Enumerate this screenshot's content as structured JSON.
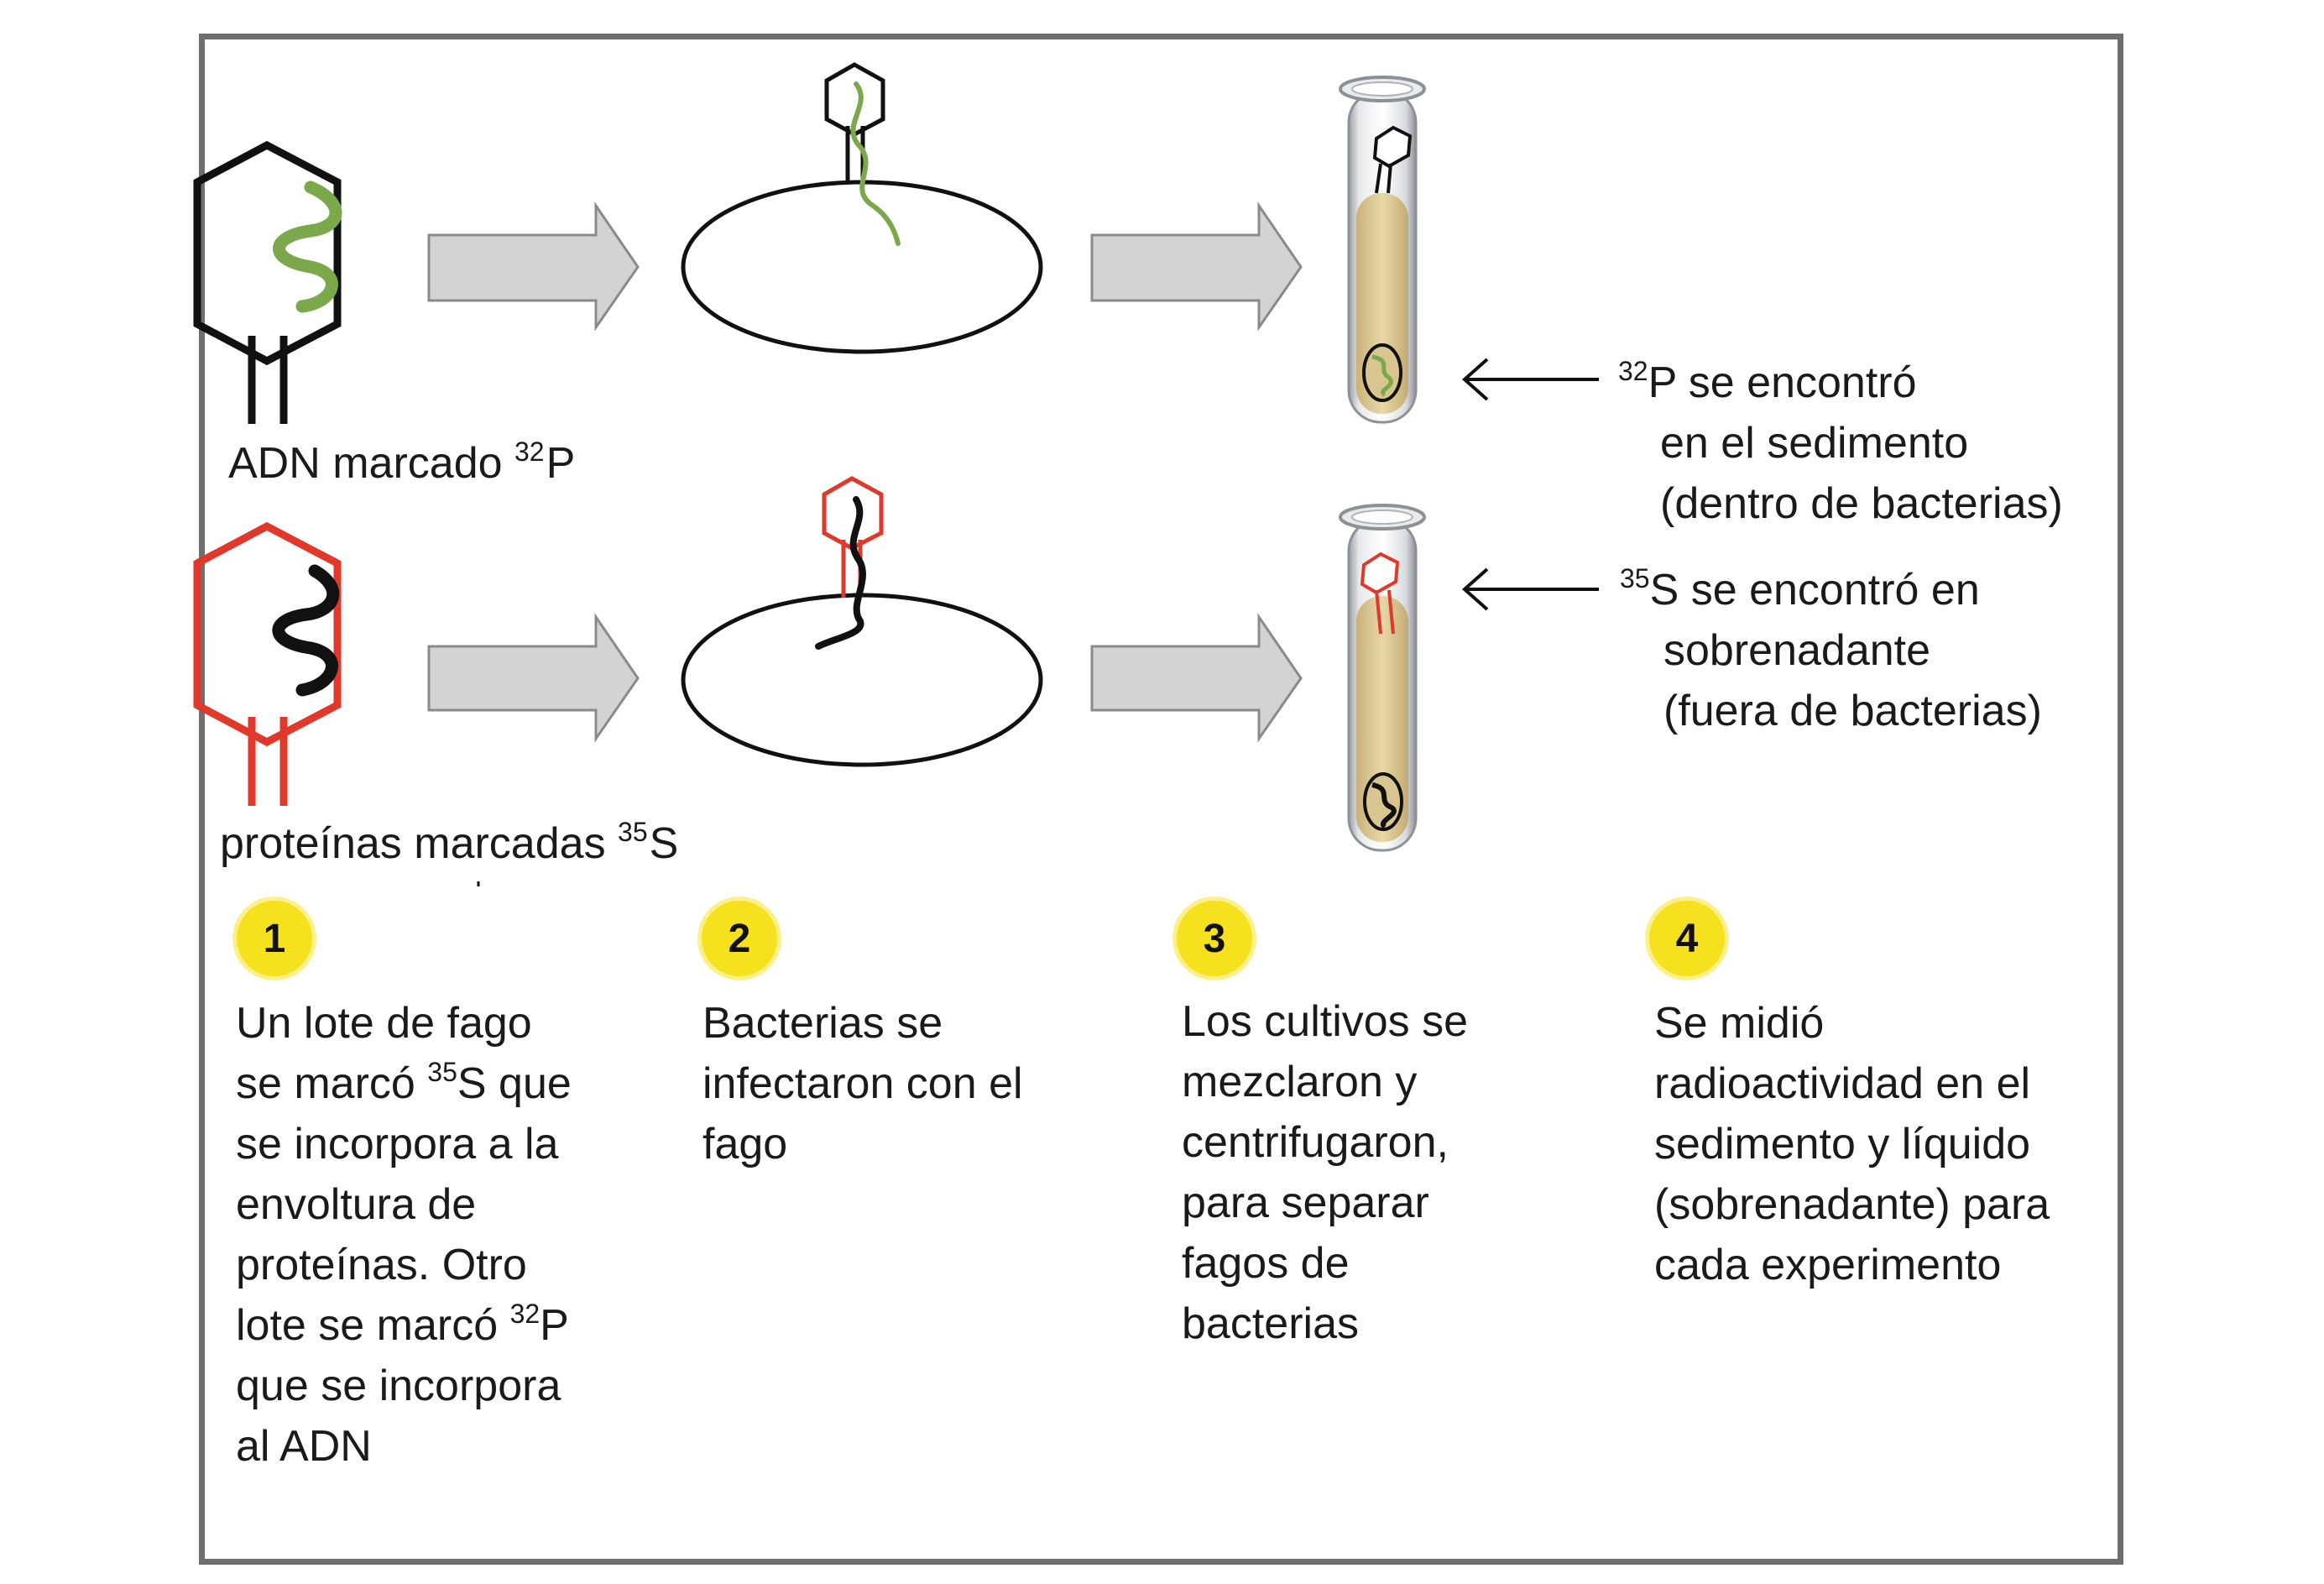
{
  "labels": {
    "dna_labeled": {
      "text": "ADN marcado ",
      "sup": "32",
      "el": "P"
    },
    "protein_labeled": {
      "text": "proteínas marcadas ",
      "sup": "35",
      "el": "S"
    }
  },
  "results": {
    "p32": {
      "sup": "32",
      "el": "P",
      "line1": " se encontró",
      "line2": "en el sedimento",
      "line3": "(dentro de bacterias)"
    },
    "s35": {
      "sup": "35",
      "el": "S",
      "line1": " se encontró en",
      "line2": "sobrenadante",
      "line3": "(fuera de bacterias)"
    }
  },
  "steps": [
    {
      "number": "1"
    },
    {
      "number": "2",
      "lines": [
        "Bacterias se",
        "infectaron con el",
        "fago"
      ]
    },
    {
      "number": "3",
      "lines": [
        "Los cultivos se",
        "mezclaron y",
        "centrifugaron,",
        "para separar",
        "fagos de",
        "bacterias"
      ]
    },
    {
      "number": "4",
      "lines": [
        "Se midió",
        "radioactividad en el",
        "sedimento y líquido",
        "(sobrenadante) para",
        "cada experimento"
      ]
    }
  ],
  "step1": {
    "l1": "Un lote de fago",
    "l2a": "se marcó ",
    "l2sup": "35",
    "l2b": "S que",
    "l3": "se incorpora a la",
    "l4": "envoltura de",
    "l5": "proteínas. Otro",
    "l6a": "lote se marcó ",
    "l6sup": "32",
    "l6b": "P",
    "l7": "que se incorpora",
    "l8": "al ADN"
  },
  "colors": {
    "dna_green": "#7aa84a",
    "protein_red": "#e0392b",
    "frame_gray": "#6f6f6f",
    "arrow_gray": "#d3d3d3",
    "badge_yellow": "#f5e11e"
  }
}
